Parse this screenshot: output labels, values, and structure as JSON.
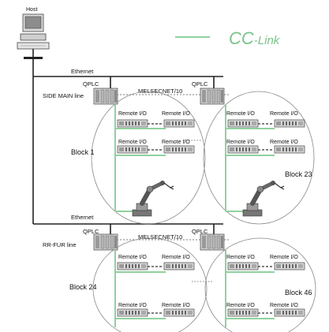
{
  "host_label": "Host",
  "legend": {
    "logo_c": "CC",
    "logo_rest": "-Link",
    "line_color": "#8fd19e"
  },
  "network": {
    "ethernet_label": "Ethernet",
    "qplc_label": "QPLC",
    "melsecnet_label": "MELSECNET/10",
    "line1_label": "SIDE MAIN line",
    "line2_label": "RR-FUR line",
    "remote_io_label": "Remote I/O"
  },
  "blocks": {
    "block1": "Block 1",
    "block23": "Block 23",
    "block24": "Block 24",
    "block46": "Block 46"
  },
  "colors": {
    "cc_link_green": "#8fd19e",
    "line_black": "#222222",
    "ellipse": "#888888"
  }
}
